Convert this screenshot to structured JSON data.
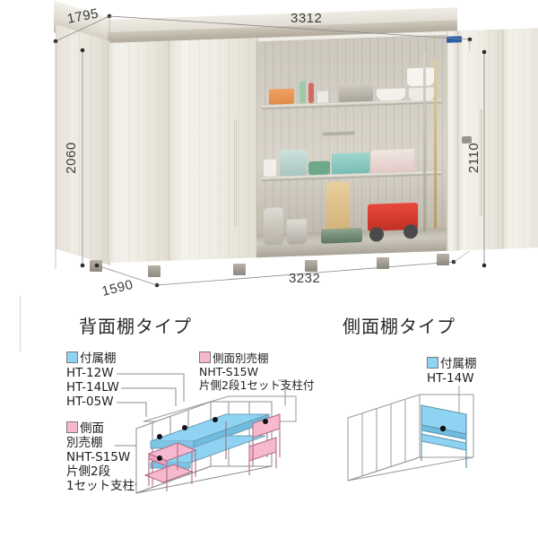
{
  "product": {
    "photo_alt": "storage-shed-photo",
    "brand_logo": "takubo-logo"
  },
  "dimensions": {
    "depth_top": "1795",
    "width_top": "3312",
    "height_left": "2060",
    "height_right": "2110",
    "width_bottom": "3232",
    "depth_bottom": "1590"
  },
  "sections": [
    {
      "id": "rear-shelf-type",
      "title": "背面棚タイプ",
      "labels": [
        {
          "id": "attached-shelf",
          "swatch": "blue",
          "heading": "付属棚",
          "lines": [
            "HT-12W",
            "HT-14LW",
            "HT-05W"
          ]
        },
        {
          "id": "side-optional-shelf-left",
          "swatch": "pink",
          "heading": "側面",
          "lines": [
            "別売棚",
            "NHT-S15W",
            "片側2段",
            "1セット支柱付"
          ]
        },
        {
          "id": "side-optional-shelf-right",
          "swatch": "pink",
          "heading": "側面別売棚",
          "lines": [
            "NHT-S15W",
            "片側2段1セット支柱付"
          ]
        }
      ]
    },
    {
      "id": "side-shelf-type",
      "title": "側面棚タイプ",
      "labels": [
        {
          "id": "attached-shelf",
          "swatch": "blue",
          "heading": "付属棚",
          "lines": [
            "HT-14W"
          ]
        }
      ]
    }
  ],
  "colors": {
    "shelf_blue": "#8fd3f2",
    "shelf_pink": "#f6b8cf",
    "frame_gray": "#8d8d8d",
    "body_beige": "#efece4",
    "roof_gray": "#b9b2a4",
    "dim_text": "#3b3b3b"
  }
}
